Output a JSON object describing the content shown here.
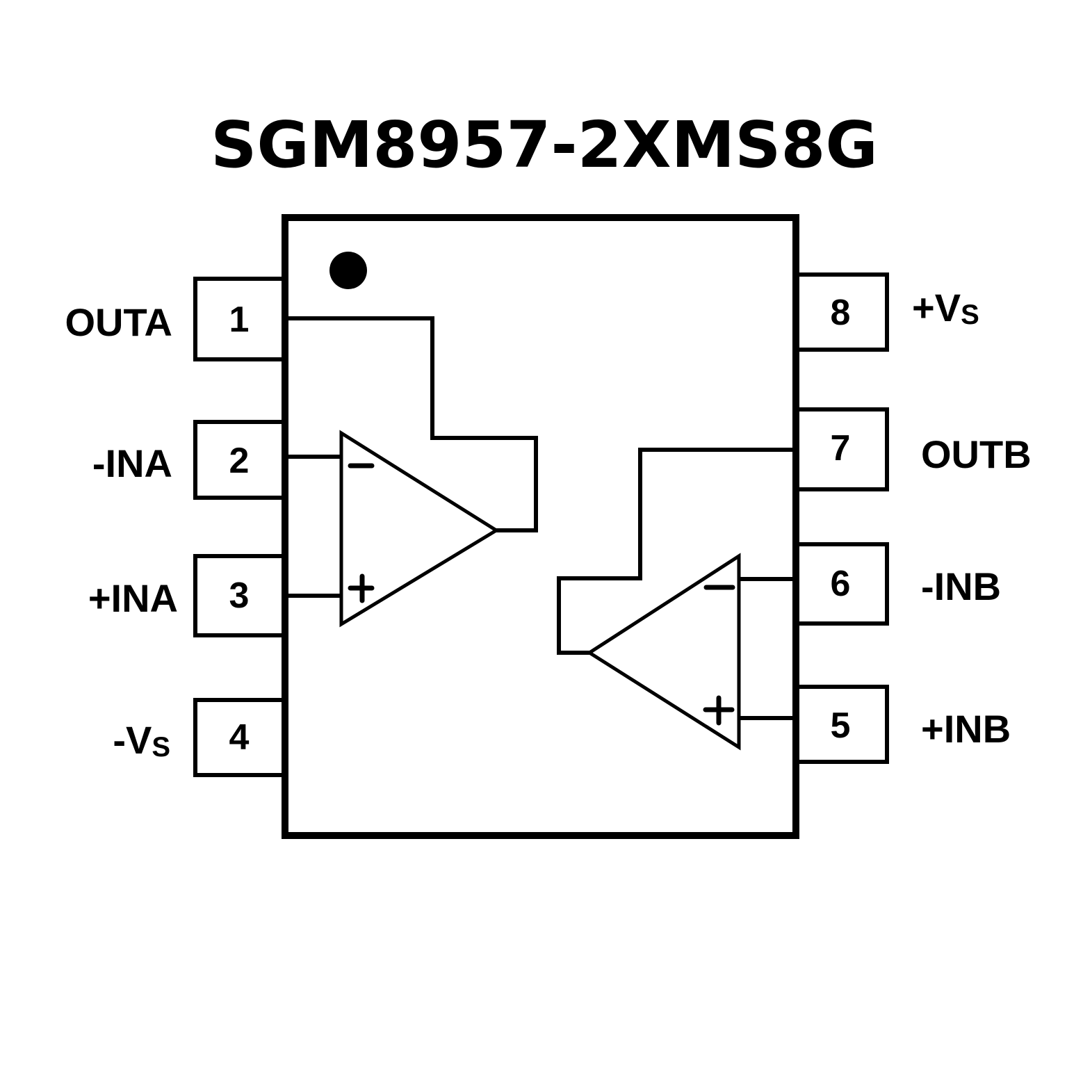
{
  "title": "SGM8957-2XMS8G",
  "package": {
    "pin1_marker": "dot-icon",
    "left_pins": [
      {
        "number": "1",
        "name": "OUTA",
        "name_sub": ""
      },
      {
        "number": "2",
        "name": "-INA",
        "name_sub": ""
      },
      {
        "number": "3",
        "name": "+INA",
        "name_sub": ""
      },
      {
        "number": "4",
        "name": "-V",
        "name_sub": "S"
      }
    ],
    "right_pins": [
      {
        "number": "8",
        "name": "+V",
        "name_sub": "S"
      },
      {
        "number": "7",
        "name": "OUTB",
        "name_sub": ""
      },
      {
        "number": "6",
        "name": "-INB",
        "name_sub": ""
      },
      {
        "number": "5",
        "name": "+INB",
        "name_sub": ""
      }
    ]
  },
  "amplifiers": [
    {
      "id": "A",
      "inverting_symbol": "−",
      "noninverting_symbol": "+",
      "output_pin": "1",
      "inverting_pin": "2",
      "noninverting_pin": "3"
    },
    {
      "id": "B",
      "inverting_symbol": "−",
      "noninverting_symbol": "+",
      "output_pin": "7",
      "inverting_pin": "6",
      "noninverting_pin": "5"
    }
  ]
}
